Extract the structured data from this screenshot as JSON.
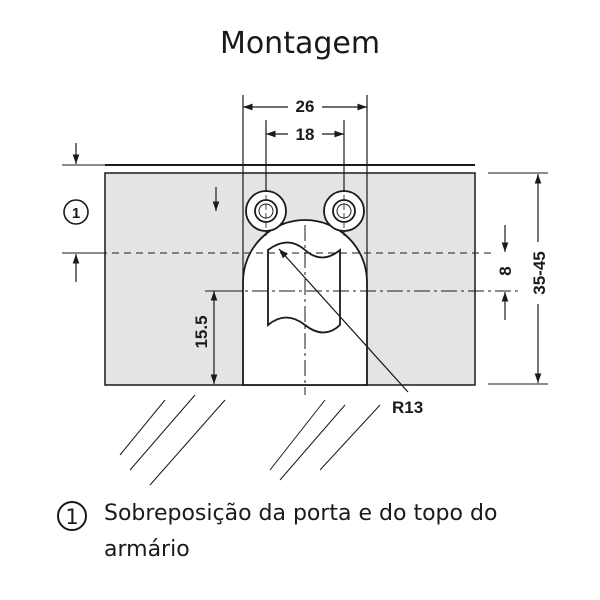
{
  "title": "Montagem",
  "dimensions": {
    "outer_width": "26",
    "hole_spacing": "18",
    "marker": "1",
    "depth_8": "8",
    "range": "35-45",
    "height": "15.5",
    "radius": "R13"
  },
  "legend": {
    "marker": "1",
    "text": "Sobreposição da porta e do topo do armário"
  },
  "colors": {
    "panel": "#e4e4e4",
    "line": "#1a1a1a"
  }
}
